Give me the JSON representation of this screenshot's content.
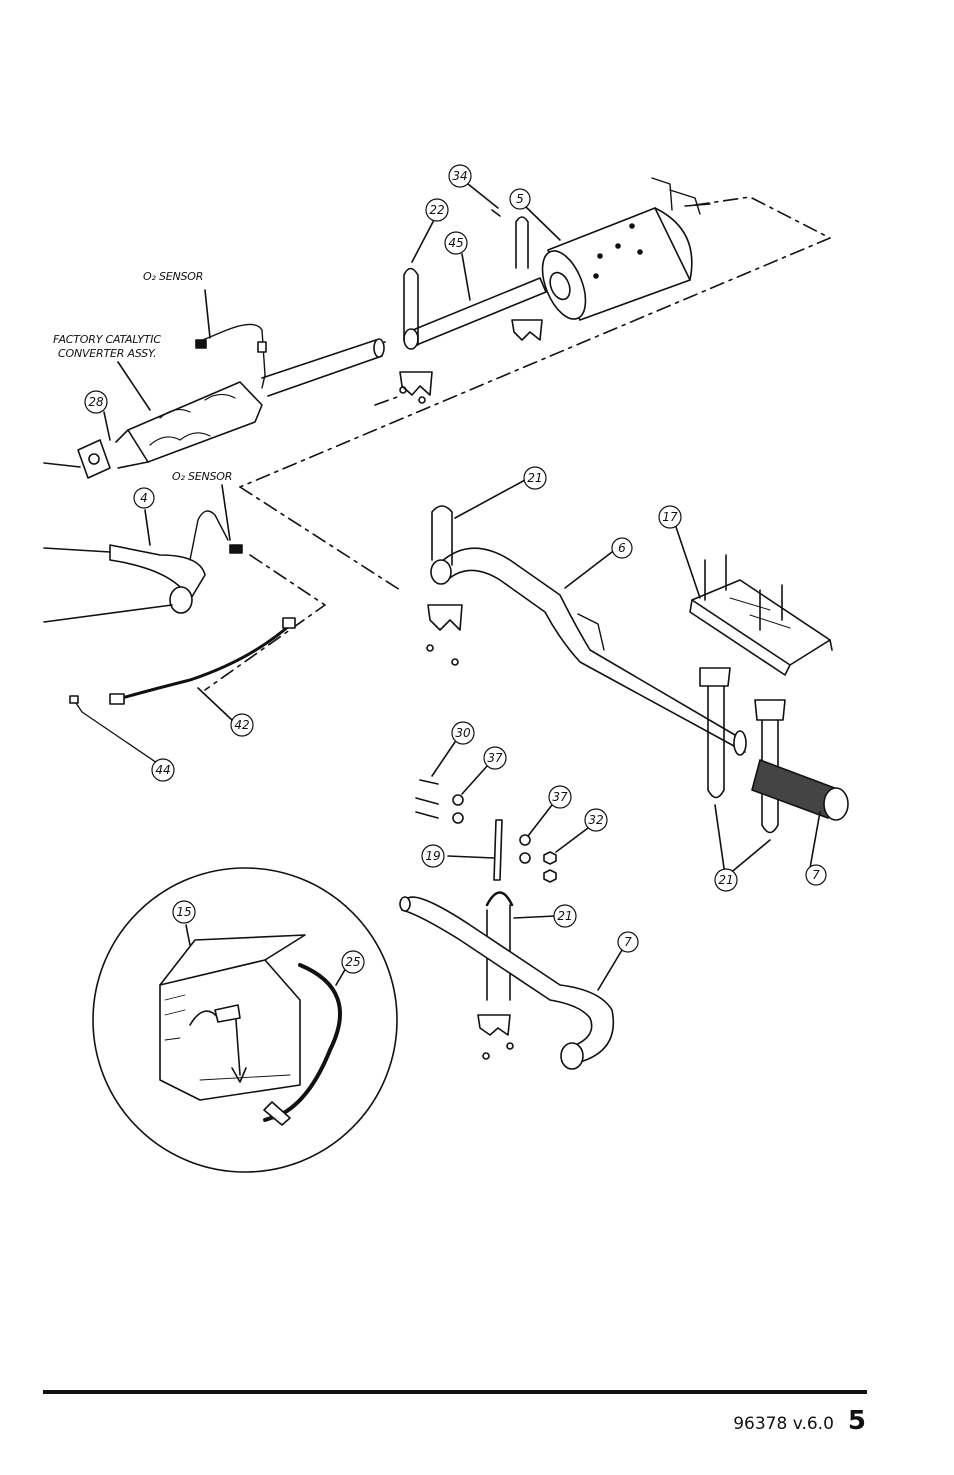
{
  "labels": {
    "o2_sensor_top": "O₂ SENSOR",
    "o2_sensor_mid": "O₂ SENSOR",
    "factory_cat_line1": "FACTORY CATALYTIC",
    "factory_cat_line2": "CONVERTER ASSY."
  },
  "callouts": {
    "c34": "34",
    "c5": "5",
    "c22": "22",
    "c45": "45",
    "c28": "28",
    "c21a": "21",
    "c6": "6",
    "c17": "17",
    "c4": "4",
    "c42": "42",
    "c44": "44",
    "c30": "30",
    "c37a": "37",
    "c37b": "37",
    "c32": "32",
    "c19": "19",
    "c21b": "21",
    "c21c": "21",
    "c7a": "7",
    "c7b": "7",
    "c15": "15",
    "c25": "25"
  },
  "footer": {
    "doc_id": "96378 v.6.0",
    "page_number": "5"
  }
}
